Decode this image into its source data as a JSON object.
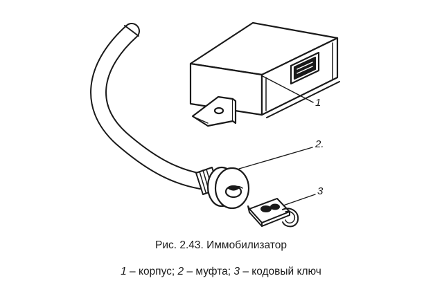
{
  "figure": {
    "callouts": [
      {
        "id": "body",
        "label": "1"
      },
      {
        "id": "coupling",
        "label": "2."
      },
      {
        "id": "key",
        "label": "3"
      }
    ],
    "caption": {
      "title": "Рис. 2.43. Иммобилизатор",
      "legend": [
        {
          "num": "1",
          "text": "корпус"
        },
        {
          "num": "2",
          "text": "муфта"
        },
        {
          "num": "3",
          "text": "кодовый ключ"
        }
      ],
      "separator": " – ",
      "joiner": "; "
    }
  }
}
